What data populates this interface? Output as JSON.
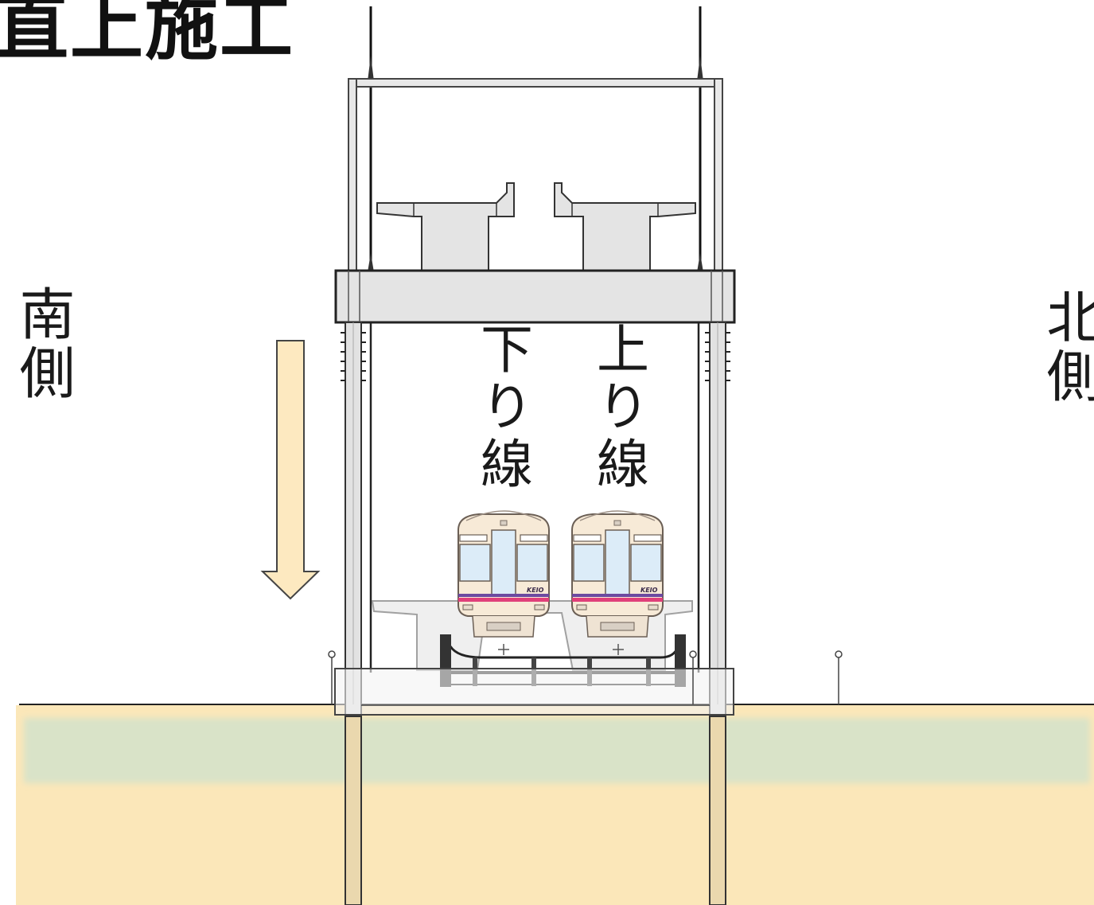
{
  "title": "直上施工",
  "labels": {
    "south_side": "南側",
    "north_side": "北側",
    "down_line": "下り線",
    "up_line": "上り線"
  },
  "train_logo": "KEIO",
  "colors": {
    "ground": "#fbe7b9",
    "groundwater_band": "#d9e3c8",
    "structure_fill": "#e4e4e4",
    "arrow_fill": "#fde9c0",
    "train_body": "#f7ead7",
    "train_window": "#dcecf8",
    "train_stripe_pink": "#e0407a",
    "train_stripe_purple": "#6c4aa0"
  }
}
